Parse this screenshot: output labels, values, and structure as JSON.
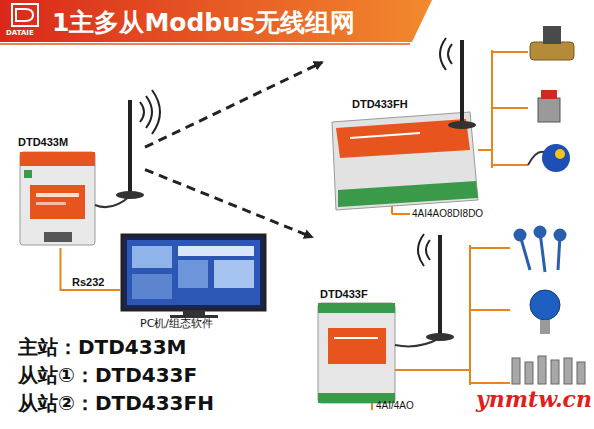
{
  "diagram": {
    "title": "1主多从Modbus无线组网",
    "nodes": [
      {
        "text": [
          "DTD433M"
        ]
      },
      {
        "text": [
          "DTD433FH"
        ]
      },
      {
        "text": [
          "DTD433F"
        ]
      },
      {
        "text": [
          "PC机/组态软件"
        ]
      }
    ],
    "edges": [
      {
        "from": 0,
        "to": 1,
        "arrow": "to"
      },
      {
        "from": 0,
        "to": 2,
        "arrow": "to"
      },
      {
        "from": 0,
        "to": 3,
        "label": "Rs232",
        "arrow": "none"
      }
    ],
    "labels": [
      "DATAIE",
      "4AI4AO8DI8DO",
      "4AI/4AO",
      "主站：DTD433M",
      "从站①：DTD433F",
      "从站②：DTD433FH",
      "ynmtw.cn"
    ]
  }
}
